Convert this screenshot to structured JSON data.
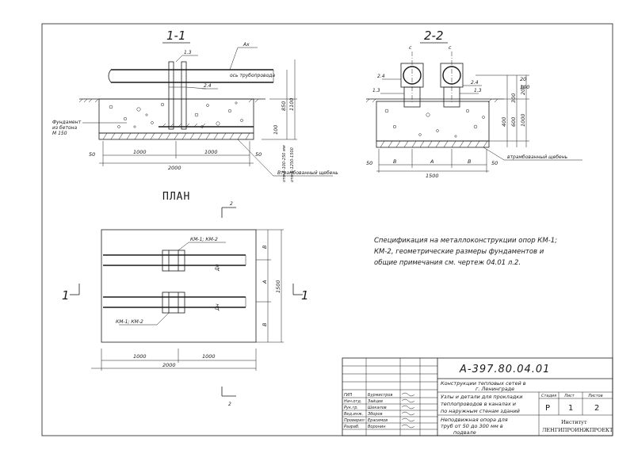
{
  "sections": {
    "s11": {
      "title": "1-1"
    },
    "s22": {
      "title": "2-2"
    },
    "plan": {
      "title": "ПЛАН"
    }
  },
  "labels": {
    "ax": "Ах",
    "pipe_axis": "ось трубопровода",
    "p13a": "1.3",
    "p24a": "2.4",
    "foundation1": "Фундамент",
    "foundation2": "из бетона",
    "foundation3": "М 150",
    "gravel11": "Втрамбованный щебень",
    "gravel22": "втрамбованный щебень",
    "p24b": "2.4",
    "p13b": "1.3",
    "p13c": "1.3",
    "p24c": "2.4",
    "km_top": "КМ-1; КМ-2",
    "km_bot": "КМ-1; КМ-2",
    "dn1": "Дн",
    "dn2": "Дн",
    "s2": "2",
    "s2b": "2",
    "s1": "1",
    "s1b": "1"
  },
  "dims": {
    "d1000a": "1000",
    "d1000b": "1000",
    "d2000": "2000",
    "d50a": "50",
    "d50b": "50",
    "d850": "850",
    "d1100": "1100",
    "d100": "100",
    "v1": "отм.Б-100-250 мм",
    "v2": "отм.Б-1250-1500",
    "c1": "с",
    "c2": "с",
    "b1": "В",
    "a1": "А",
    "b2": "В",
    "d1500": "1500",
    "d50c": "50",
    "d50d": "50",
    "d20": "20",
    "d100b": "100",
    "d200": "200",
    "d300": "300",
    "d400": "400",
    "d600": "600",
    "d1000c": "1000",
    "pb1": "В",
    "pa": "А",
    "pb2": "В",
    "p1500": "1500",
    "p1000a": "1000",
    "p1000b": "1000",
    "p2000": "2000"
  },
  "spec": {
    "line1": "Спецификация на металлоконструкции опор КМ-1;",
    "line2": "КМ-2, геометрические размеры фундаментов и",
    "line3": "общие примечания см. чертеж 04.01 л.2."
  },
  "title_block": {
    "code": "А-397.80.04.01",
    "project1": "Конструкции тепловых сетей в",
    "project2": "г. Ленинграде",
    "desc1": "Узлы и детали для прокладки",
    "desc2": "теплопроводов в каналах и",
    "desc3": "по наружным стенам зданий",
    "sheet1": "Неподвижная опора для",
    "sheet2": "труб от 50 до 300 мм в",
    "sheet3": "подвале",
    "hdr_stage": "Стадия",
    "hdr_sheet": "Лист",
    "hdr_sheets": "Листов",
    "stage": "Р",
    "sheet_no": "1",
    "sheets": "2",
    "inst1": "Институт",
    "inst2": "ЛЕНГИПРОИНЖПРОЕКТ",
    "roles": [
      "ГИП",
      "Нач.отд.",
      "Рук.гр.",
      "Вед.инж.",
      "Проверил",
      "Разраб."
    ],
    "names": [
      "Бурмистров",
      "Зайцев",
      "Шекалов",
      "Зборов",
      "Ерасимов",
      "Воронин"
    ],
    "dates": [
      "",
      "",
      "",
      "",
      "",
      ""
    ]
  }
}
